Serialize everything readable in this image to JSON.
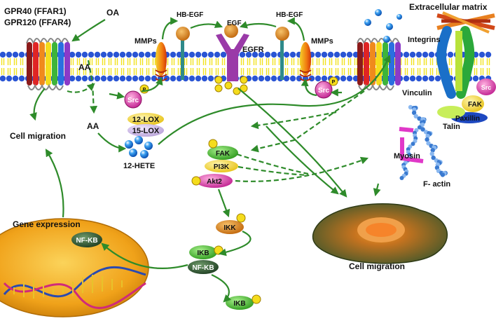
{
  "labels": {
    "gpr40": "GPR40 (FFAR1)",
    "gpr120": "GPR120 (FFAR4)",
    "oa": "OA",
    "aa_membrane": "AA",
    "aa_cytosol": "AA",
    "cell_migration_left": "Cell migration",
    "src_left": "Src",
    "src_right": "Src",
    "src_far_right": "Src",
    "lox12": "12-LOX",
    "lox15": "15-LOX",
    "hete": "12-HETE",
    "mmps_left": "MMPs",
    "mmps_right": "MMPs",
    "hbegf_left": "HB-EGF",
    "hbegf_right": "HB-EGF",
    "egf": "EGF",
    "egfr": "EGFR",
    "extracellular_matrix": "Extracellular matrix",
    "integrins": "Integrins",
    "vinculin": "Vinculin",
    "fak_right": "FAK",
    "paxillin": "Paxillin",
    "talin": "Talin",
    "myosin": "Myosin",
    "factin": "F- actin",
    "fak_mid": "FAK",
    "pi3k": "PI3K",
    "akt2": "Akt2",
    "ikk": "IKK",
    "ikb_complex": "IKB",
    "nfkb_complex": "NF-KB",
    "ikb_free": "IKB",
    "nfkb_nucleus": "NF-KB",
    "gene_expression": "Gene expression",
    "cell_migration_right": "Cell migration",
    "phospho": "P"
  },
  "colors": {
    "arrow": "#2e8b2a",
    "membrane_head": "#2a55d4",
    "membrane_tail": "#f2e21c",
    "nucleus": "#f2a51a"
  }
}
